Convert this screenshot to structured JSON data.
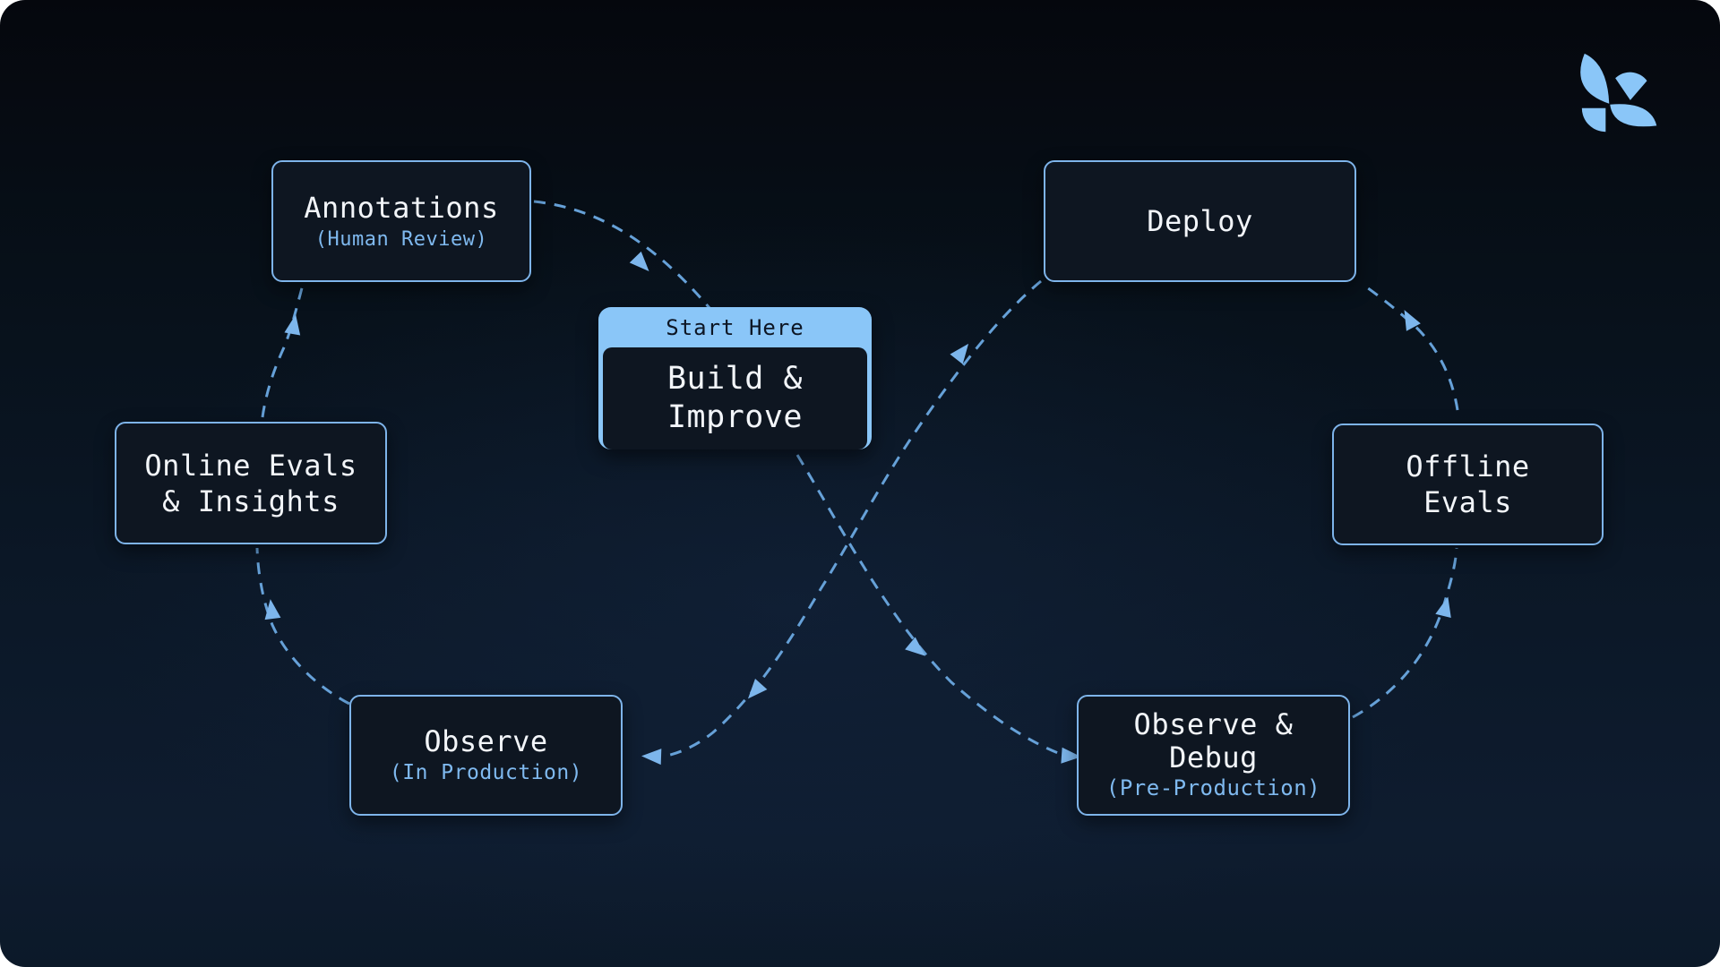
{
  "colors": {
    "accent_border": "#7EB4EA",
    "node_bg": "#0E1621",
    "arrow": "#66A1D8",
    "arrowhead": "#7DB6EC",
    "banner_bg": "#8AC6F8",
    "banner_text": "#0D1624",
    "subtitle": "#7FB9EF",
    "text_primary": "#F2F5F9",
    "logo": "#8AC6F8"
  },
  "logo_icon": "four-petal-flower-logo",
  "nodes": {
    "annotations": {
      "title": "Annotations",
      "subtitle": "(Human Review)"
    },
    "deploy": {
      "title": "Deploy"
    },
    "start_here": {
      "badge": "Start Here",
      "line1": "Build &",
      "line2": "Improve"
    },
    "online_evals": {
      "line1": "Online Evals",
      "line2": "& Insights"
    },
    "offline_evals": {
      "line1": "Offline",
      "line2": "Evals"
    },
    "observe_production": {
      "title": "Observe",
      "subtitle": "(In Production)"
    },
    "observe_debug": {
      "line1": "Observe &",
      "line2": "Debug",
      "subtitle": "(Pre-Production)"
    }
  },
  "edges": [
    {
      "from": "Annotations (Human Review)",
      "to": "Build & Improve"
    },
    {
      "from": "Build & Improve",
      "to": "Observe & Debug (Pre-Production)"
    },
    {
      "from": "Observe & Debug (Pre-Production)",
      "to": "Offline Evals"
    },
    {
      "from": "Offline Evals",
      "to": "Deploy"
    },
    {
      "from": "Deploy",
      "to": "Observe (In Production)"
    },
    {
      "from": "Observe (In Production)",
      "to": "Online Evals & Insights"
    },
    {
      "from": "Online Evals & Insights",
      "to": "Annotations (Human Review)"
    }
  ]
}
